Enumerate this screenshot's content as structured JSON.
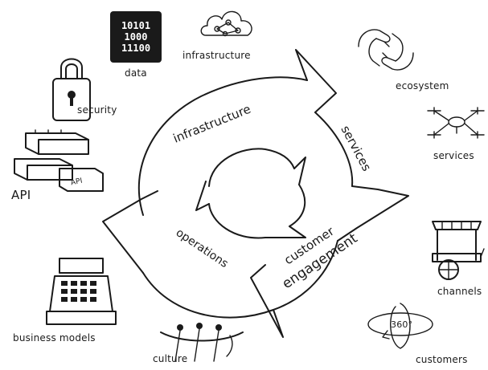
{
  "cycle": {
    "segments": [
      "infrastructure",
      "services",
      "customer",
      "engagement",
      "operations"
    ]
  },
  "outer_labels": {
    "data": "data",
    "infrastructure": "infrastructure",
    "ecosystem": "ecosystem",
    "security": "security",
    "services": "services",
    "api": "API",
    "channels": "channels",
    "business_models": "business models",
    "culture": "culture",
    "customers": "customers"
  },
  "icon_text": {
    "binary": [
      "10101",
      "1000",
      "11100"
    ],
    "api_block": "API",
    "globe": "360°"
  }
}
